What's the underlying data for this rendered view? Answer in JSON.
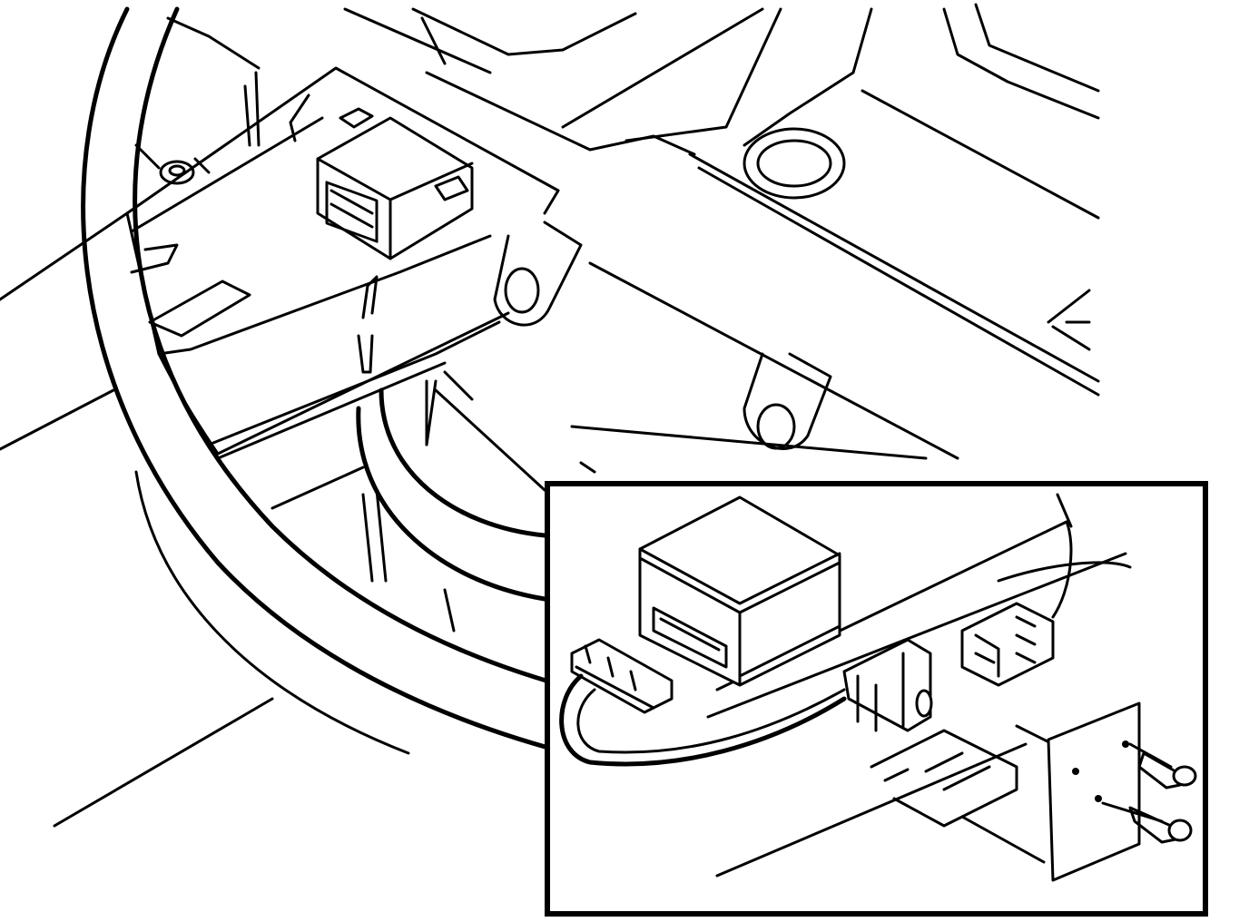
{
  "figure": {
    "kind": "line-art technical illustration",
    "colors": {
      "line": "#000000",
      "background": "#ffffff"
    },
    "main_view": {
      "parts": [
        "floor-panel",
        "steering-wheel-rim",
        "control-module",
        "mounting-bracket",
        "wiring-harness",
        "mounting-tabs"
      ]
    },
    "detail_inset": {
      "parts": [
        "control-module",
        "harness-connector",
        "module-connector",
        "bracket-connector",
        "mounting-plate",
        "mounting-screw",
        "mounting-screw"
      ]
    }
  }
}
